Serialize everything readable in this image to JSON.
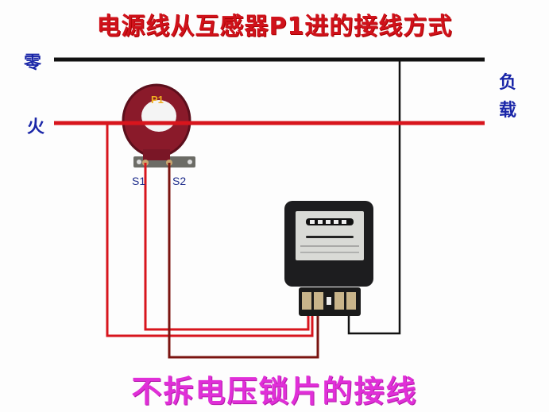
{
  "title": "电源线从互感器P1进的接线方式",
  "footer": "不拆电压锁片的接线",
  "lines": {
    "neutral_label": "零",
    "live_label": "火",
    "load_label_1": "负",
    "load_label_2": "载"
  },
  "transformer": {
    "primary_label": "P1",
    "secondary_1": "S1",
    "secondary_2": "S2"
  },
  "colors": {
    "title": "#d0121b",
    "footer": "#e02fd8",
    "labels": "#1a26a8",
    "neutral_wire": "#111111",
    "live_wire": "#d8151d",
    "s2_wire": "#7a1410",
    "transformer_body": "#8a1a2a"
  }
}
